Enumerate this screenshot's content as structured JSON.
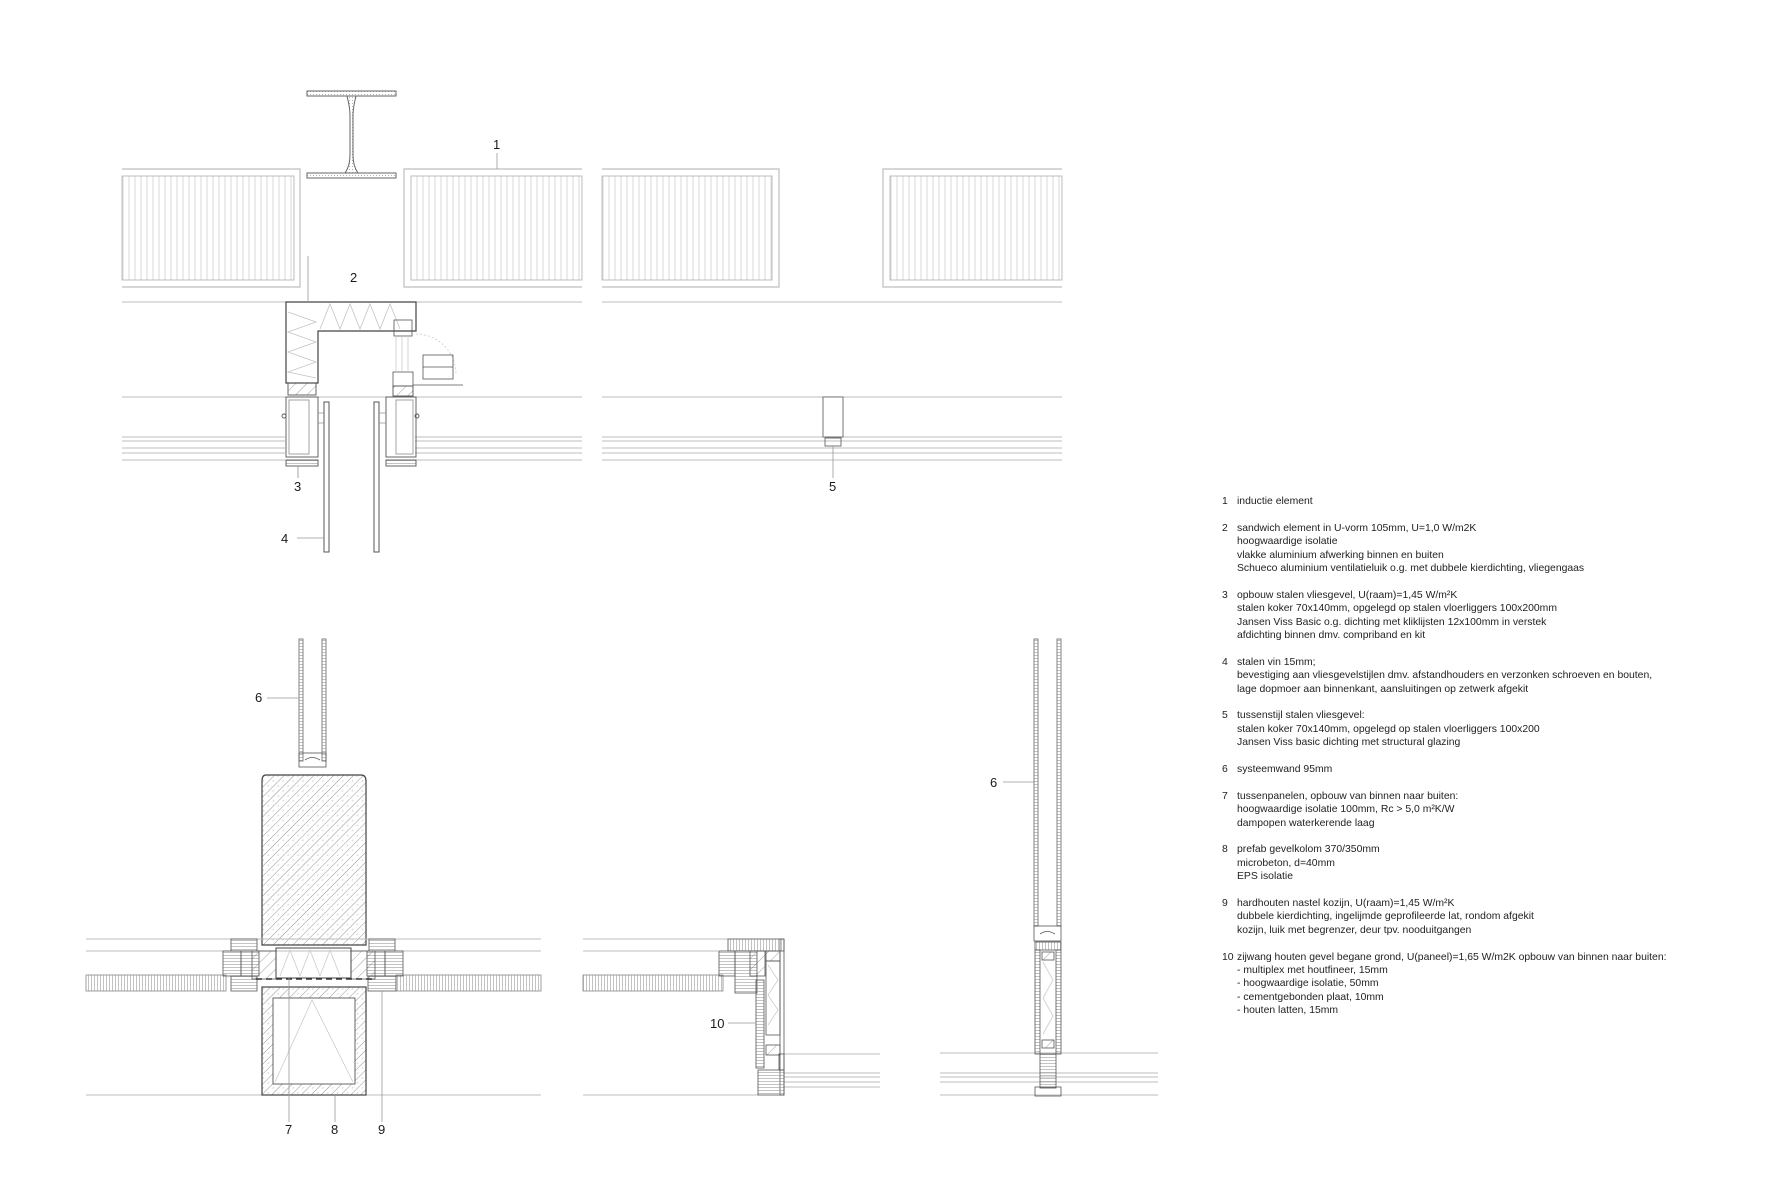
{
  "drawing": {
    "type": "architectural facade detail plan sections",
    "line_color": "#bdbdbd",
    "dark_line_color": "#555555",
    "views": [
      {
        "name": "top-left",
        "description": "plan section: induction elements, steel I-beam, sandwich U-element with ventilation hatch, curtain wall mullions and steel fins",
        "callouts": [
          "1",
          "2",
          "3",
          "4"
        ]
      },
      {
        "name": "top-right",
        "description": "plan section: induction elements and intermediate mullion of steel curtain wall",
        "callouts": [
          "5"
        ]
      },
      {
        "name": "bottom-left",
        "description": "plan section: system wall on prefab facade column with intermediate panels and hardwood frame",
        "callouts": [
          "6",
          "7",
          "8",
          "9"
        ]
      },
      {
        "name": "bottom-middle",
        "description": "plan section: side wall of timber ground floor facade",
        "callouts": [
          "10"
        ]
      },
      {
        "name": "bottom-right",
        "description": "plan section: system wall connection to timber facade",
        "callouts": [
          "6"
        ]
      }
    ]
  },
  "callouts": {
    "c1": "1",
    "c2": "2",
    "c3": "3",
    "c4": "4",
    "c5": "5",
    "c6a": "6",
    "c6b": "6",
    "c7": "7",
    "c8": "8",
    "c9": "9",
    "c10": "10"
  },
  "legend": {
    "items": [
      {
        "num": "1",
        "lines": [
          "inductie element"
        ]
      },
      {
        "num": "2",
        "lines": [
          "sandwich element in U-vorm 105mm, U=1,0 W/m2K",
          "hoogwaardige isolatie",
          "vlakke aluminium afwerking binnen en buiten",
          "Schueco aluminium ventilatieluik o.g. met dubbele kierdichting, vliegengaas"
        ]
      },
      {
        "num": "3",
        "lines": [
          "opbouw stalen vliesgevel, U(raam)=1,45 W/m²K",
          "stalen koker 70x140mm, opgelegd op stalen vloerliggers 100x200mm",
          "Jansen Viss Basic o.g. dichting met kliklijsten 12x100mm in verstek",
          "afdichting binnen dmv. compriband en kit"
        ]
      },
      {
        "num": "4",
        "lines": [
          "stalen vin 15mm;",
          "bevestiging aan vliesgevelstijlen dmv. afstandhouders en verzonken schroeven en bouten,",
          "lage dopmoer aan binnenkant, aansluitingen op zetwerk afgekit"
        ]
      },
      {
        "num": "5",
        "lines": [
          "tussenstijl stalen vliesgevel:",
          "stalen koker 70x140mm, opgelegd op stalen vloerliggers 100x200",
          "Jansen Viss basic dichting met structural glazing"
        ]
      },
      {
        "num": "6",
        "lines": [
          "systeemwand 95mm"
        ]
      },
      {
        "num": "7",
        "lines": [
          "tussenpanelen, opbouw van binnen naar buiten:",
          "hoogwaardige isolatie 100mm, Rc > 5,0 m²K/W",
          "dampopen waterkerende laag"
        ]
      },
      {
        "num": "8",
        "lines": [
          "prefab gevelkolom 370/350mm",
          "microbeton, d=40mm",
          "EPS isolatie"
        ]
      },
      {
        "num": "9",
        "lines": [
          "hardhouten nastel kozijn, U(raam)=1,45 W/m²K",
          "dubbele kierdichting, ingelijmde geprofileerde lat, rondom afgekit",
          "kozijn, luik met begrenzer, deur tpv. nooduitgangen"
        ]
      },
      {
        "num": "10",
        "lines": [
          "zijwang houten gevel begane grond, U(paneel)=1,65 W/m2K opbouw van binnen naar buiten:",
          "- multiplex met houtfineer, 15mm",
          "- hoogwaardige isolatie, 50mm",
          "- cementgebonden plaat, 10mm",
          "- houten latten, 15mm"
        ]
      }
    ]
  }
}
